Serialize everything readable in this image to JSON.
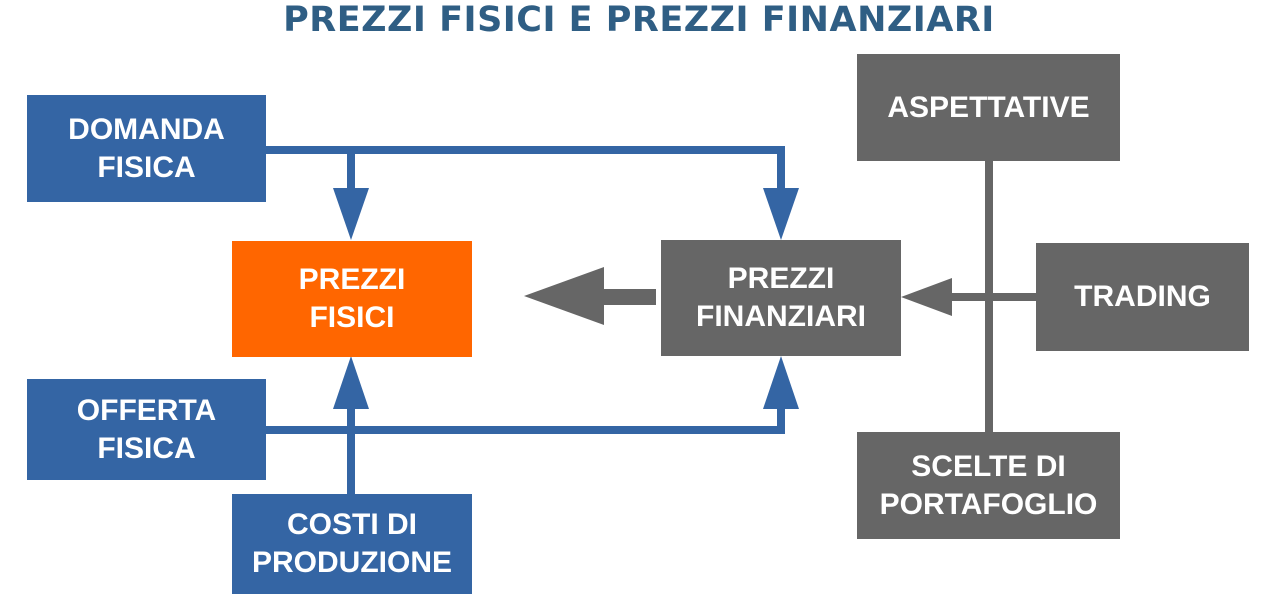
{
  "title": "PREZZI FISICI E PREZZI FINANZIARI",
  "colors": {
    "title": "#2f5e84",
    "blue": "#3465a4",
    "gray": "#666666",
    "orange": "#ff6600"
  },
  "nodes": {
    "domanda_fisica": [
      "DOMANDA",
      "FISICA"
    ],
    "offerta_fisica": [
      "OFFERTA",
      "FISICA"
    ],
    "costi_produzione": [
      "COSTI DI",
      "PRODUZIONE"
    ],
    "prezzi_fisici": [
      "PREZZI",
      "FISICI"
    ],
    "prezzi_finanziari": [
      "PREZZI",
      "FINANZIARI"
    ],
    "aspettative": [
      "ASPETTATIVE"
    ],
    "trading": [
      "TRADING"
    ],
    "scelte_portafoglio": [
      "SCELTE DI",
      "PORTAFOGLIO"
    ]
  }
}
